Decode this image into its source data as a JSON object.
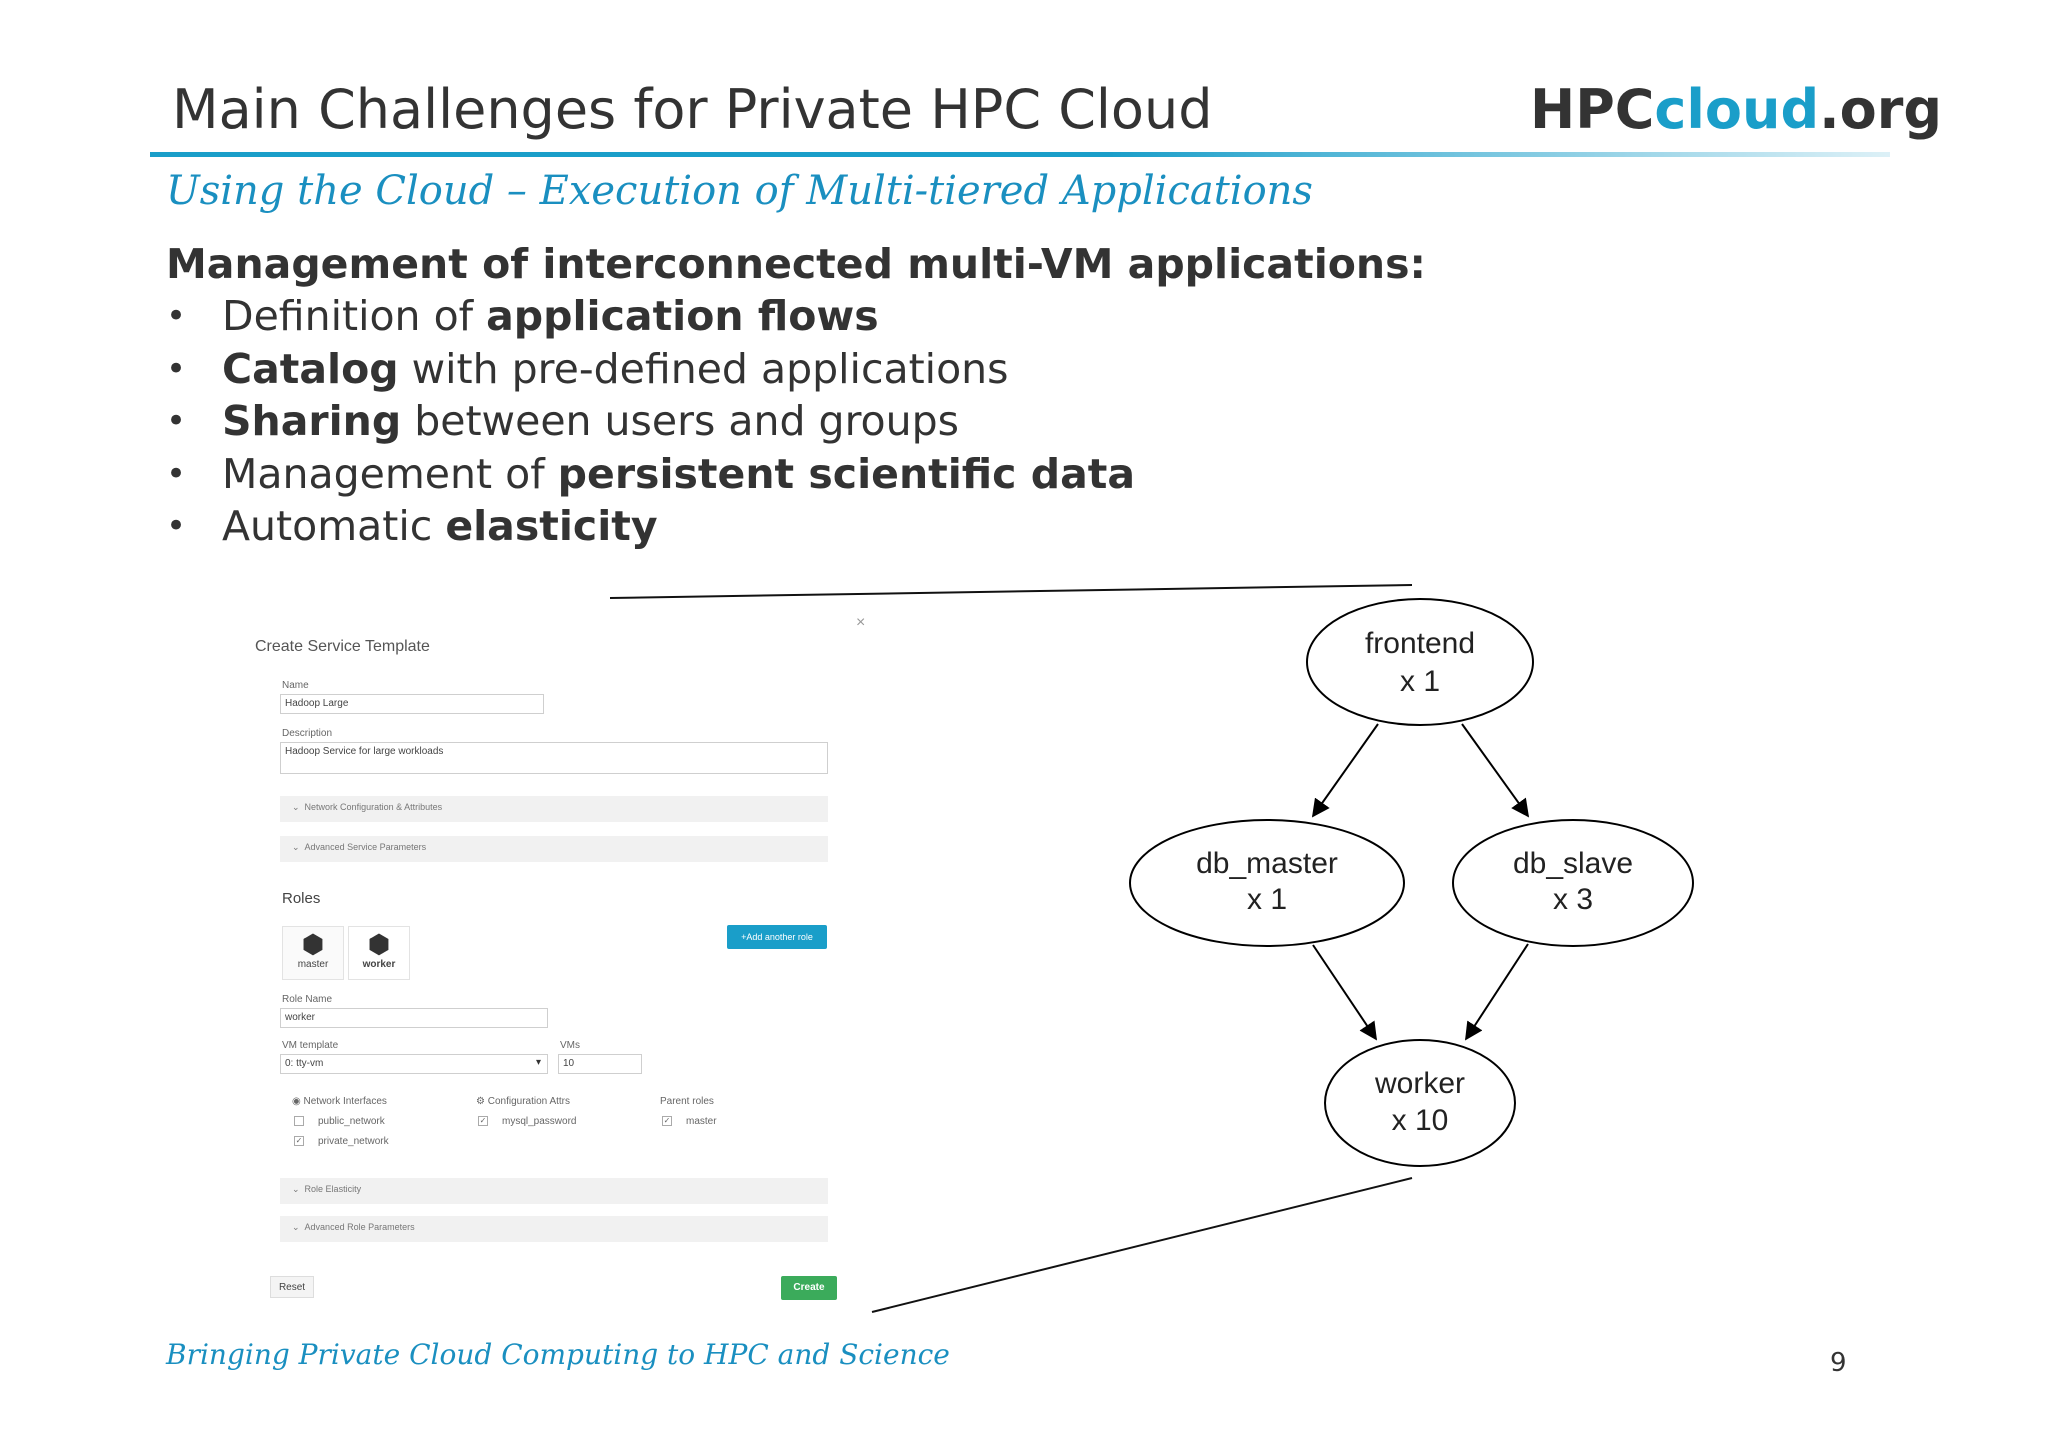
{
  "slide": {
    "title": "Main Challenges for Private HPC Cloud",
    "logo_prefix": "HPC",
    "logo_mid": "cloud",
    "logo_suffix": ".org",
    "subtitle": "Using the Cloud – Execution of Multi-tiered Applications",
    "intro": "Management of interconnected multi-VM applications:",
    "bullets": [
      {
        "pre": "Definition of ",
        "bold": "application flows",
        "post": ""
      },
      {
        "pre": "",
        "bold": "Catalog",
        "post": " with pre-defined applications"
      },
      {
        "pre": "",
        "bold": "Sharing",
        "post": " between users and groups"
      },
      {
        "pre": "Management of ",
        "bold": "persistent scientific data",
        "post": ""
      },
      {
        "pre": "Automatic ",
        "bold": "elasticity",
        "post": ""
      }
    ],
    "footer": "Bringing Private Cloud Computing to HPC and Science",
    "page_number": "9",
    "accent_color": "#1a9ec9"
  },
  "form": {
    "title": "Create Service Template",
    "close": "×",
    "name_label": "Name",
    "name_value": "Hadoop Large",
    "description_label": "Description",
    "description_value": "Hadoop Service for large workloads",
    "section_network": "Network Configuration & Attributes",
    "section_advanced": "Advanced Service Parameters",
    "roles_title": "Roles",
    "add_role": "+Add another role",
    "roles": [
      "master",
      "worker"
    ],
    "role_name_label": "Role Name",
    "role_name_value": "worker",
    "vm_template_label": "VM template",
    "vm_template_value": "0: tty-vm",
    "vms_label": "VMs",
    "vms_value": "10",
    "network_interfaces_label": "Network Interfaces",
    "network_interfaces": [
      {
        "name": "public_network",
        "checked": false
      },
      {
        "name": "private_network",
        "checked": true
      }
    ],
    "config_attrs_label": "Configuration Attrs",
    "config_attrs": [
      {
        "name": "mysql_password",
        "checked": true
      }
    ],
    "parent_roles_label": "Parent roles",
    "parent_roles": [
      {
        "name": "master",
        "checked": true
      }
    ],
    "section_elasticity": "Role Elasticity",
    "section_advanced_role": "Advanced Role Parameters",
    "reset": "Reset",
    "create": "Create",
    "create_color": "#3bab5b"
  },
  "graph": {
    "nodes": [
      {
        "id": "frontend",
        "label": "frontend",
        "count": "x 1"
      },
      {
        "id": "db_master",
        "label": "db_master",
        "count": "x 1"
      },
      {
        "id": "db_slave",
        "label": "db_slave",
        "count": "x 3"
      },
      {
        "id": "worker",
        "label": "worker",
        "count": "x 10"
      }
    ],
    "edges": [
      [
        "frontend",
        "db_master"
      ],
      [
        "frontend",
        "db_slave"
      ],
      [
        "db_master",
        "worker"
      ],
      [
        "db_slave",
        "worker"
      ]
    ]
  }
}
